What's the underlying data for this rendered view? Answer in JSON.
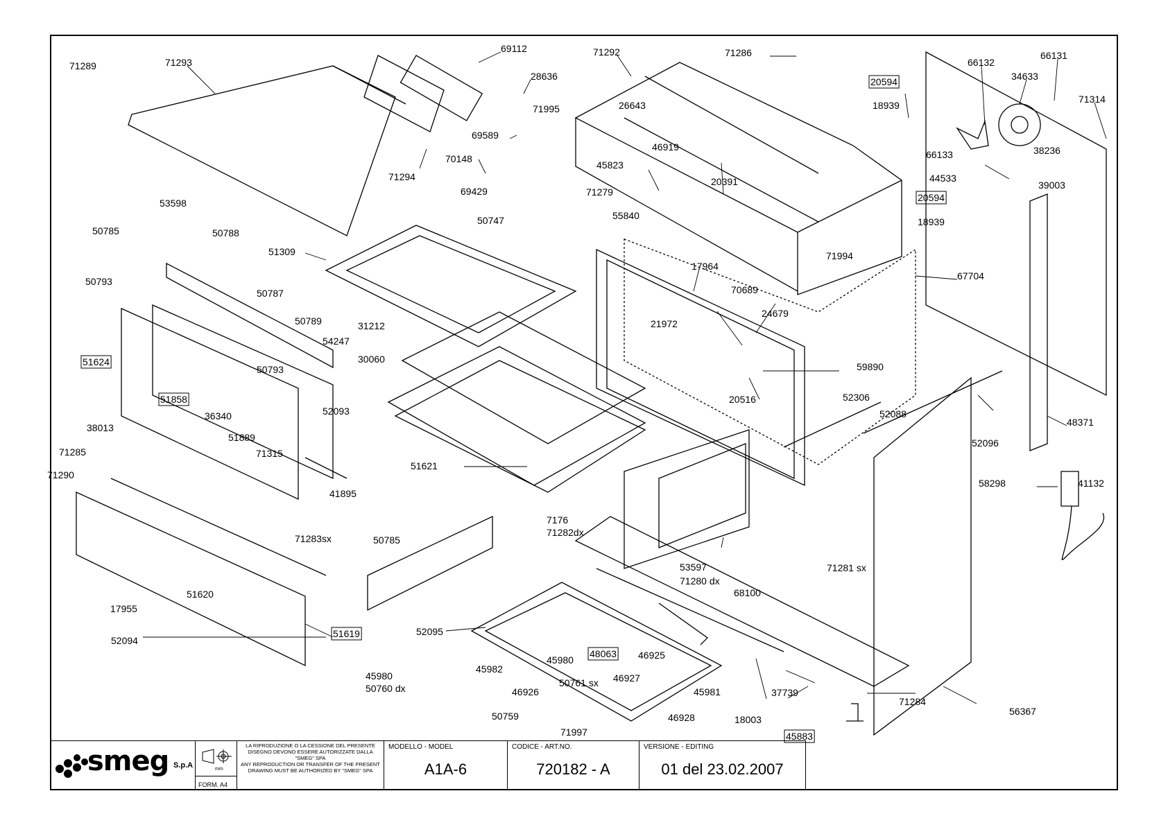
{
  "title_block": {
    "brand": "smeg",
    "brand_suffix": "S.p.A",
    "form_label": "FORM. A4",
    "notice_it": "LA RIPRODUZIONE O LA CESSIONE DEL PRESENTE DISEGNO DEVONO ESSERE AUTORIZZATE DALLA \"SMEG\" SPA",
    "notice_en": "ANY REPRODUCTION OR TRANSFER OF THE PRESENT DRAWING MUST BE AUTHORIZED BY \"SMEG\" SPA",
    "model_caption": "MODELLO - MODEL",
    "model_value": "A1A-6",
    "code_caption": "CODICE - ART.NO.",
    "code_value": "720182 - A",
    "version_caption": "VERSIONE - EDITING",
    "version_value": "01 del 23.02.2007"
  },
  "parts": [
    {
      "text": "71293"
    },
    {
      "text": "69112"
    },
    {
      "text": "28636"
    },
    {
      "text": "71292"
    },
    {
      "text": "71286"
    },
    {
      "text": "20594",
      "boxed": true
    },
    {
      "text": "66132"
    },
    {
      "text": "66131"
    },
    {
      "text": "34633"
    },
    {
      "text": "71314"
    },
    {
      "text": "18939"
    },
    {
      "text": "26643"
    },
    {
      "text": "71995"
    },
    {
      "text": "69589"
    },
    {
      "text": "70148"
    },
    {
      "text": "46919"
    },
    {
      "text": "45823"
    },
    {
      "text": "71294"
    },
    {
      "text": "20391"
    },
    {
      "text": "66133"
    },
    {
      "text": "38236"
    },
    {
      "text": "44533"
    },
    {
      "text": "39003"
    },
    {
      "text": "69429"
    },
    {
      "text": "71279"
    },
    {
      "text": "55840"
    },
    {
      "text": "20594",
      "boxed": true
    },
    {
      "text": "18939"
    },
    {
      "text": "53598"
    },
    {
      "text": "50747"
    },
    {
      "text": "50785"
    },
    {
      "text": "50788"
    },
    {
      "text": "51309"
    },
    {
      "text": "71994"
    },
    {
      "text": "17964"
    },
    {
      "text": "67704"
    },
    {
      "text": "50793"
    },
    {
      "text": "50787"
    },
    {
      "text": "70689"
    },
    {
      "text": "24679"
    },
    {
      "text": "50789"
    },
    {
      "text": "31212"
    },
    {
      "text": "21972"
    },
    {
      "text": "54247"
    },
    {
      "text": "51624",
      "boxed": true
    },
    {
      "text": "30060"
    },
    {
      "text": "59890"
    },
    {
      "text": "50793"
    },
    {
      "text": "51858",
      "boxed": true
    },
    {
      "text": "52093"
    },
    {
      "text": "20516"
    },
    {
      "text": "36340"
    },
    {
      "text": "52306"
    },
    {
      "text": "38013"
    },
    {
      "text": "51889"
    },
    {
      "text": "52088"
    },
    {
      "text": "71315"
    },
    {
      "text": "48371"
    },
    {
      "text": "71285"
    },
    {
      "text": "52096"
    },
    {
      "text": "71290"
    },
    {
      "text": "51621"
    },
    {
      "text": "41895"
    },
    {
      "text": "58298"
    },
    {
      "text": "41132"
    },
    {
      "text": "7176"
    },
    {
      "text": "71282dx"
    },
    {
      "text": "71283sx"
    },
    {
      "text": "50785"
    },
    {
      "text": "53597"
    },
    {
      "text": "71280 dx"
    },
    {
      "text": "71281 sx"
    },
    {
      "text": "68100"
    },
    {
      "text": "17955"
    },
    {
      "text": "51620"
    },
    {
      "text": "52094"
    },
    {
      "text": "51619",
      "boxed": true
    },
    {
      "text": "52095"
    },
    {
      "text": "48063",
      "boxed": true
    },
    {
      "text": "46925"
    },
    {
      "text": "45982"
    },
    {
      "text": "45980"
    },
    {
      "text": "46927"
    },
    {
      "text": "45980"
    },
    {
      "text": "50760 dx"
    },
    {
      "text": "50761 sx"
    },
    {
      "text": "46926"
    },
    {
      "text": "45981"
    },
    {
      "text": "37739"
    },
    {
      "text": "50759"
    },
    {
      "text": "46928"
    },
    {
      "text": "18003"
    },
    {
      "text": "71284"
    },
    {
      "text": "56367"
    },
    {
      "text": "71997"
    },
    {
      "text": "45883",
      "boxed": true
    },
    {
      "text": "71289"
    }
  ]
}
